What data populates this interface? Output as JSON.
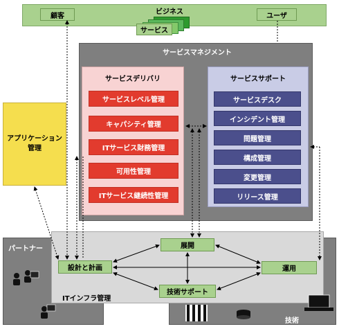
{
  "business": {
    "title": "ビジネス",
    "customer": "顧客",
    "user": "ユーザ",
    "service": "サービス"
  },
  "service_management": {
    "title": "サービスマネジメント",
    "delivery": {
      "title": "サービスデリバリ",
      "items": [
        "サービスレベル管理",
        "キャパシティ管理",
        "ITサービス財務管理",
        "可用性管理",
        "ITサービス継続性管理"
      ]
    },
    "support": {
      "title": "サービスサポート",
      "items": [
        "サービスデスク",
        "インシデント管理",
        "問題管理",
        "構成管理",
        "変更管理",
        "リリース管理"
      ]
    }
  },
  "application_management": "アプリケーション\n管理",
  "partner": "パートナー",
  "technology": "技術",
  "it_infrastructure": {
    "title": "ITインフラ管理",
    "design": "設計と計画",
    "deploy": "展開",
    "operations": "運用",
    "tech_support": "技術サポート"
  },
  "colors": {
    "business_bg": "#a9d18e",
    "sm_bg": "#7f7f7f",
    "delivery_bg": "#f8d3d3",
    "delivery_item": "#e23b2e",
    "support_bg": "#c9cce6",
    "support_item": "#4b4f8c",
    "app_mgmt": "#f5de4e",
    "infra_bg": "#d9d9d9",
    "partner_bg": "#7f7f7f"
  }
}
